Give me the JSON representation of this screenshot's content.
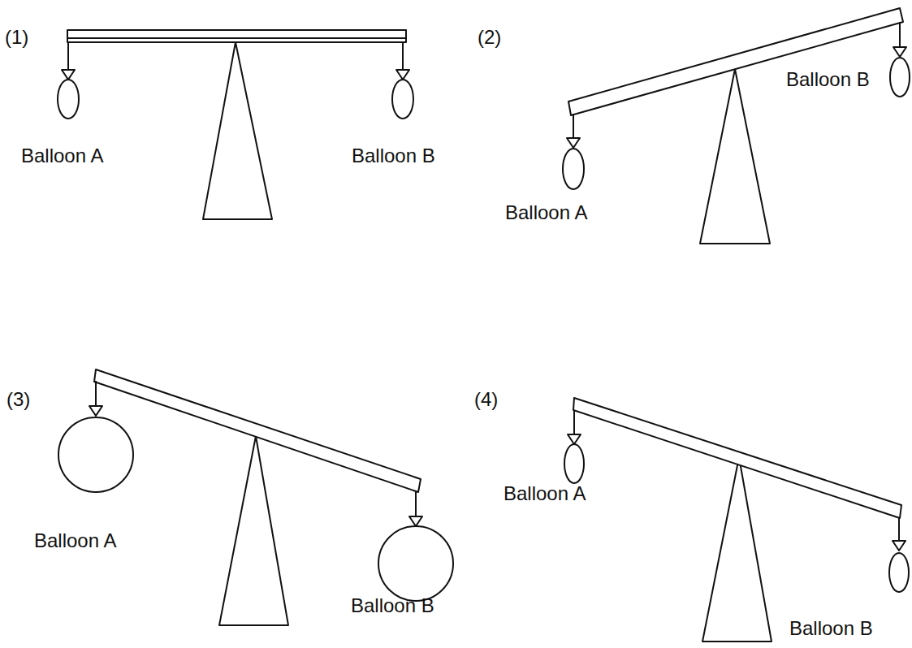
{
  "diagram": {
    "labels": [
      "(1)",
      "Balloon A",
      "Balloon B",
      "(2)",
      "Balloon B",
      "Balloon A",
      "(3)",
      "Balloon A",
      "Balloon B",
      "(4)",
      "Balloon A",
      "Balloon B"
    ]
  }
}
